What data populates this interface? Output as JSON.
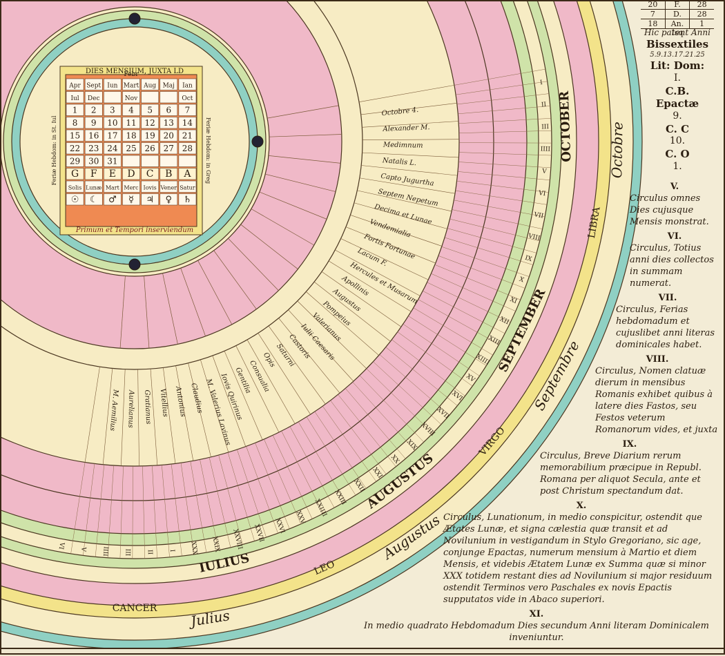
{
  "colors": {
    "paper": "#f3ecd6",
    "pink": "#f0b9c8",
    "cream": "#f7ecc4",
    "green": "#cfe3a9",
    "teal": "#8fd0c3",
    "yellow": "#f3e38a",
    "orange": "#ef8a52",
    "ink": "#2a1d10"
  },
  "top_table": {
    "rows": [
      [
        "20",
        "F.",
        "28"
      ],
      [
        "7",
        "D.",
        "28"
      ],
      [
        "18",
        "An. Isq",
        "1"
      ]
    ]
  },
  "bisextiles": {
    "line1": "Hic patent Anni",
    "title": "Bissextiles",
    "years": "5.9.13.17.21.25",
    "lit_dom": "Lit: Dom:",
    "i": "I.",
    "cb": "C.B.",
    "epactae": "Epactæ",
    "nine": "9.",
    "cc": "C. C",
    "ten": "10.",
    "co": "C. O",
    "one": "1."
  },
  "months_outer": [
    "OCTOBER",
    "SEPTEMBER",
    "AUGUSTUS",
    "IULIUS"
  ],
  "months_script": [
    "Octobre",
    "Septembre",
    "Augustus",
    "Julius"
  ],
  "signs": [
    "LIBRA",
    "VIRGO",
    "LEO",
    "CANCER"
  ],
  "legend": {
    "v_num": "V.",
    "v_text": "Circulus omnes Dies cujusque Mensis monstrat.",
    "vi_num": "VI.",
    "vi_text": "Circulus, Totius anni dies collectos in summam numerat.",
    "vii_num": "VII.",
    "vii_text": "Circulus, Ferias hebdomadum et cujuslibet anni literas dominicales habet.",
    "viii_num": "VIII.",
    "viii_text": "Circulus, Nomen clatuæ dierum in mensibus Romanis exhibet quibus à latere dies Fastos, seu Festos veterum Romanorum vides, et juxta",
    "ix_num": "IX.",
    "ix_text": "Circulus, Breve Diarium rerum memorabilium præcipue in Republ. Romana per aliquot Secula, ante et post Christum spectandum dat.",
    "x_num": "X.",
    "x_text": "Circulus, Lunationum, in medio conspicitur, ostendit que Ætates Lunæ, et signa cælestia quæ transit et ad Novilunium in vestigandum in Stylo Gregoriano, sic age, conjunge Epactas, numerum mensium à Martio et diem Mensis, et videbis Ætatem Lunæ ex Summa quæ si minor XXX totidem restant dies ad Novilunium si major residuum ostendit Terminos vero Paschales ex novis Epactis supputatos vide in Abaco superiori.",
    "xi_num": "XI.",
    "xi_text": "In medio quadrato Hebdomadum Dies secundum Anni literam Dominicalem inveniuntur."
  },
  "center": {
    "title": "DIES MENSIUM, JUXTA LD",
    "febr": "Febr",
    "header_row1": [
      "Apr",
      "Sept",
      "Iun",
      "Mart",
      "Aug",
      "Maj",
      "Ian"
    ],
    "header_row2": [
      "Iul",
      "Dec",
      "",
      "Nov",
      "",
      "",
      "Oct"
    ],
    "grid": [
      [
        "1",
        "2",
        "3",
        "4",
        "5",
        "6",
        "7"
      ],
      [
        "8",
        "9",
        "10",
        "11",
        "12",
        "13",
        "14"
      ],
      [
        "15",
        "16",
        "17",
        "18",
        "19",
        "20",
        "21"
      ],
      [
        "22",
        "23",
        "24",
        "25",
        "26",
        "27",
        "28"
      ],
      [
        "29",
        "30",
        "31",
        "",
        "",
        "",
        ""
      ]
    ],
    "letters": [
      "G",
      "F",
      "E",
      "D",
      "C",
      "B",
      "A"
    ],
    "days": [
      "Dies Solis",
      "Dies Lunæ",
      "Dies Mart",
      "Dies Merc",
      "Dies Iovis",
      "Dies Vener",
      "Dies Satur"
    ],
    "planets": [
      "☉",
      "☾",
      "♂",
      "☿",
      "♃",
      "♀",
      "♄"
    ],
    "motto": "Primum et Tempori inserviendum",
    "left_side": "Feriæ Hebdom: in St. Iul",
    "right_side": "Feriæ Hebdom: in Greg"
  },
  "ring_labels": {
    "lunatio_nums": [
      "I",
      "II",
      "III",
      "IIII",
      "V",
      "VI",
      "VII",
      "VIII",
      "IX",
      "X",
      "XI",
      "XII",
      "XIII",
      "XIIII",
      "XV",
      "XVI",
      "XVII",
      "XVIII",
      "XIX",
      "XX",
      "XXI",
      "XXII",
      "XXIII",
      "XXIIII",
      "XXV",
      "XXVI",
      "XXVII",
      "XXVIII",
      "XXIX",
      "XXX"
    ],
    "latin_entries": [
      "Octobre 4.",
      "Alexander M.",
      "Medimnum",
      "Natalis L.",
      "Capto Jugurtha",
      "Septem Nepetum",
      "Decima et Lunae",
      "Vendemialia",
      "Fortis Fortunae",
      "Lacum F.",
      "Hercules et Musarum",
      "Apollinis",
      "Augustus",
      "Pompeius",
      "Valerianus",
      "Iulii Caesaris",
      "Castoris",
      "Saturni",
      "Opis",
      "Consualia",
      "Gentilia",
      "Iovis Quirinus",
      "M. Valerius Lavinus",
      "Claudius",
      "Antonius",
      "Vitellius",
      "Gratianus",
      "Aurelianus",
      "M. Aemilius"
    ]
  }
}
